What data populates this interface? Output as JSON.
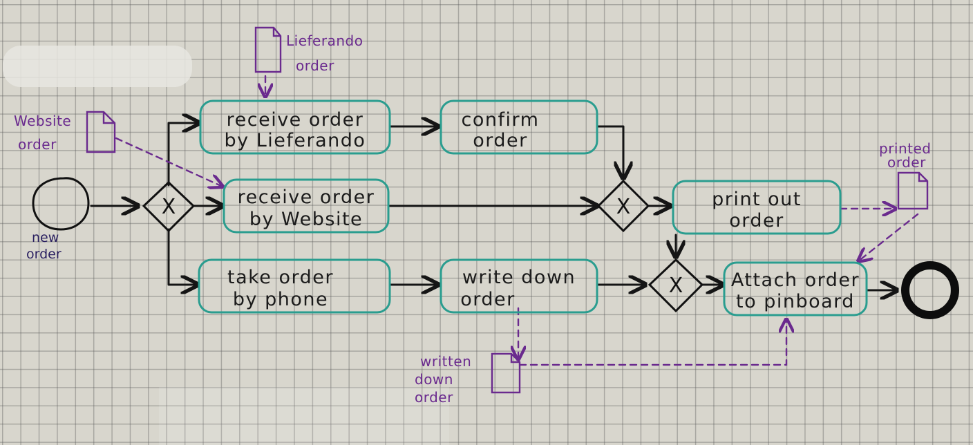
{
  "colors": {
    "task_border": "#2a9d8f",
    "flow": "#151515",
    "data": "#6a2a8e",
    "event_label": "#2a2060"
  },
  "start_event": {
    "label_line1": "new",
    "label_line2": "order"
  },
  "tasks": {
    "receive_lieferando": {
      "line1": "receive order",
      "line2": "by Lieferando"
    },
    "confirm": {
      "line1": "confirm",
      "line2": "order"
    },
    "receive_website": {
      "line1": "receive order",
      "line2": "by Website"
    },
    "print": {
      "line1": "print out",
      "line2": "order"
    },
    "phone": {
      "line1": "take order",
      "line2": "by phone"
    },
    "write": {
      "line1": "write down",
      "line2": "order"
    },
    "attach": {
      "line1": "Attach order",
      "line2": "to pinboard"
    }
  },
  "data_objects": {
    "lieferando": {
      "line1": "Lieferando",
      "line2": "order"
    },
    "website": {
      "line1": "Website",
      "line2": "order"
    },
    "printed": {
      "line1": "printed",
      "line2": "order"
    },
    "written": {
      "line1": "written",
      "line2": "down",
      "line3": "order"
    }
  },
  "gateways": {
    "split": {
      "marker": "X"
    },
    "merge_top": {
      "marker": "X"
    },
    "merge_bottom": {
      "marker": "X"
    }
  }
}
